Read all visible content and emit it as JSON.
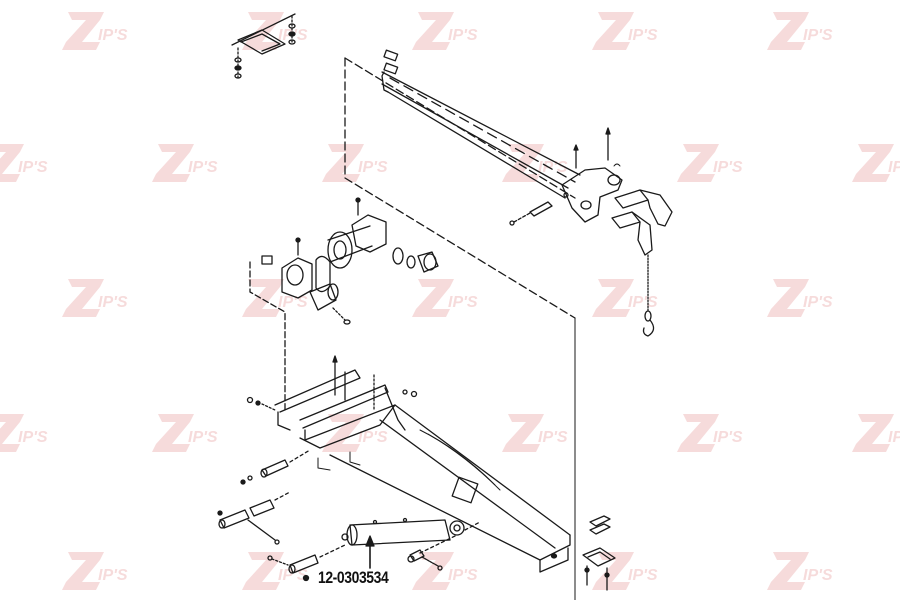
{
  "diagram": {
    "type": "exploded-parts-diagram",
    "subject": "Wheel-lift boom / crossbar assembly",
    "callouts": [
      {
        "id": "cylinder",
        "part_number": "12-0303534"
      }
    ]
  },
  "watermark": {
    "text": "ZIP'S",
    "color": "#e89a9a",
    "opacity": 0.35
  },
  "colors": {
    "line": "#1a1a1a",
    "background": "#ffffff"
  }
}
